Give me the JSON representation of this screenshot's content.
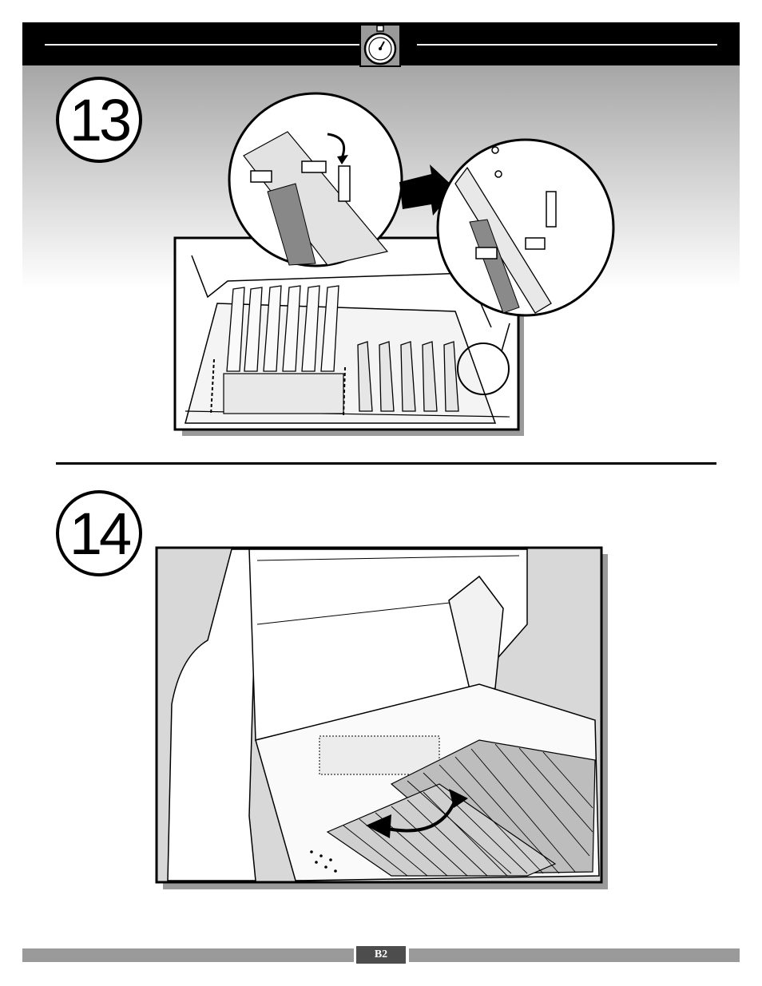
{
  "steps": [
    {
      "number": "13",
      "figure_icon": "grill-flavorizer-bars-install-illustration"
    },
    {
      "number": "14",
      "figure_icon": "grill-cooking-grates-install-illustration"
    }
  ],
  "header": {
    "icon": "stopwatch-icon"
  },
  "footer": {
    "page_label": "B2"
  },
  "colors": {
    "bar": "#000000",
    "footer_bar": "#9a9a9a",
    "page_box": "#4d4d4d"
  }
}
